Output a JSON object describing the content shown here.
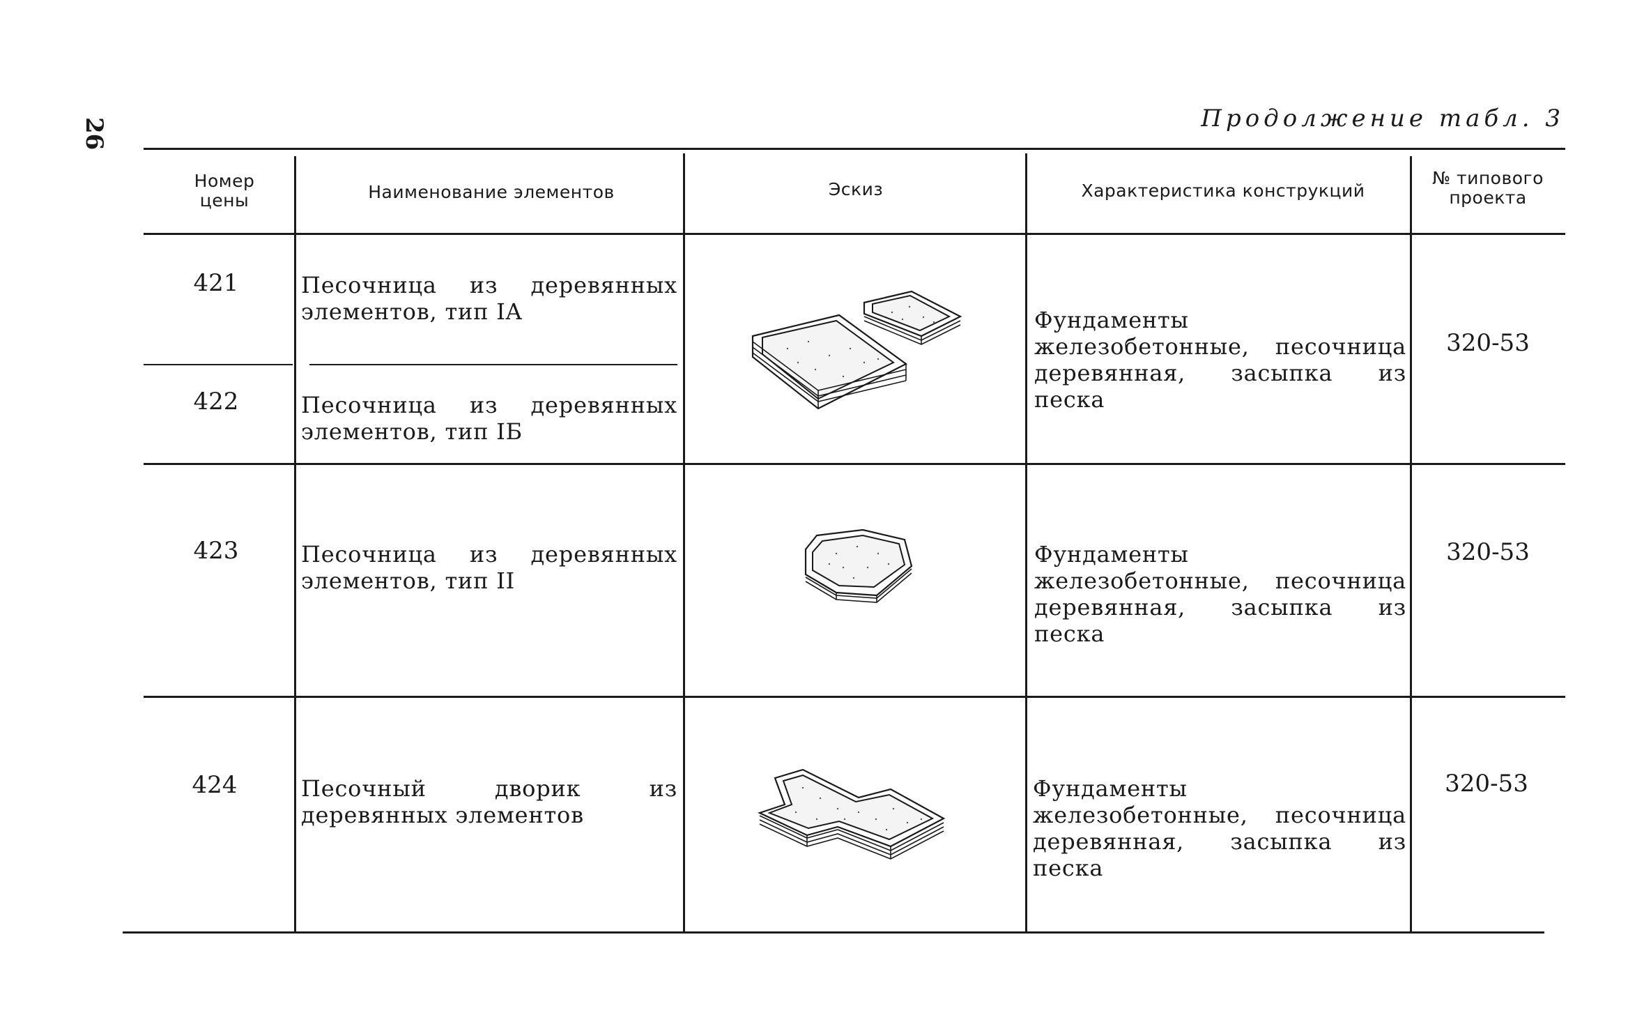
{
  "page": {
    "number": "26",
    "continued_label": "Продолжение табл. 3"
  },
  "table": {
    "headers": {
      "price_no": "Номер цены",
      "name": "Наименование элементов",
      "sketch": "Эскиз",
      "characteristics": "Характеристика конструкций",
      "project": "№ типового проекта"
    },
    "rows": [
      {
        "num": "421",
        "name": "Песочница из деревянных элементов, тип IA",
        "sketch": "sandbox-square-icon",
        "characteristics": "Фундаменты железобетонные, песочница деревянная, засыпка из песка",
        "project": "320-53"
      },
      {
        "num": "422",
        "name": "Песочница из деревянных элементов, тип IБ"
      },
      {
        "num": "423",
        "name": "Песочница из деревянных элементов, тип II",
        "sketch": "sandbox-hexagon-icon",
        "characteristics": "Фундаменты железобетонные, песочница деревянная, засыпка из песка",
        "project": "320-53"
      },
      {
        "num": "424",
        "name": "Песочный дворик из деревянных элементов",
        "sketch": "sandbox-cross-icon",
        "characteristics": "Фундаменты железобетонные, песочница деревянная, засыпка из песка",
        "project": "320-53"
      }
    ]
  }
}
